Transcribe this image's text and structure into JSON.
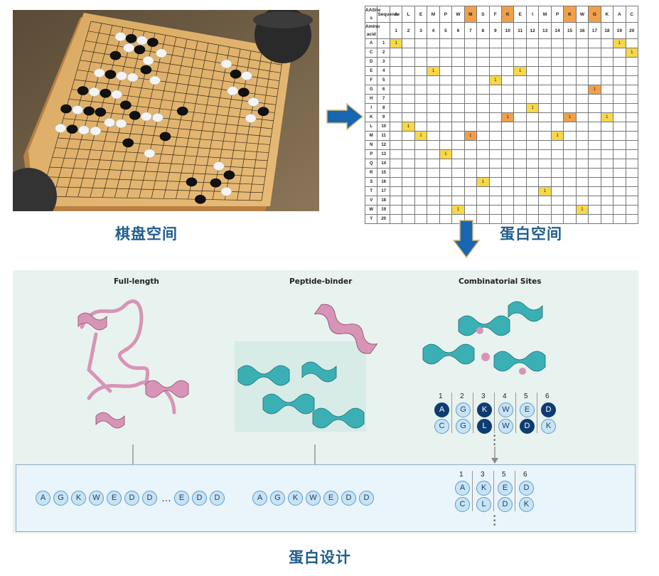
{
  "captions": {
    "board": "棋盘空间",
    "protein": "蛋白空间",
    "design": "蛋白设计"
  },
  "table": {
    "corner": "AASite s",
    "corner2": "Sequence",
    "corner3": "Amino acid",
    "seq_letters": [
      "A",
      "L",
      "E",
      "M",
      "P",
      "W",
      "M",
      "S",
      "F",
      "K",
      "E",
      "I",
      "M",
      "P",
      "K",
      "W",
      "G",
      "K",
      "A",
      "C"
    ],
    "highlight_cols": [
      7,
      10,
      15,
      17
    ],
    "rows": [
      "A",
      "C",
      "D",
      "E",
      "F",
      "G",
      "H",
      "I",
      "K",
      "L",
      "M",
      "N",
      "P",
      "Q",
      "R",
      "S",
      "T",
      "V",
      "W",
      "Y"
    ],
    "ones": [
      [
        1,
        1
      ],
      [
        1,
        19
      ],
      [
        2,
        20
      ],
      [
        4,
        4
      ],
      [
        4,
        11
      ],
      [
        5,
        9
      ],
      [
        6,
        17
      ],
      [
        8,
        12
      ],
      [
        9,
        10
      ],
      [
        9,
        15
      ],
      [
        9,
        18
      ],
      [
        10,
        2
      ],
      [
        11,
        3
      ],
      [
        11,
        7
      ],
      [
        11,
        14
      ],
      [
        13,
        5
      ],
      [
        16,
        8
      ],
      [
        17,
        13
      ],
      [
        19,
        6
      ],
      [
        19,
        16
      ]
    ],
    "one_label": "1"
  },
  "panels": {
    "full": "Full-length",
    "peptide": "Peptide-binder",
    "combo": "Combinatorial Sites"
  },
  "combo": {
    "nums": [
      "1",
      "2",
      "3",
      "4",
      "5",
      "6"
    ],
    "row1": [
      "A",
      "G",
      "K",
      "W",
      "E",
      "D"
    ],
    "row1_dark": [
      0,
      2,
      5
    ],
    "row2": [
      "C",
      "G",
      "L",
      "W",
      "D",
      "K"
    ],
    "row2_dark": [
      2,
      4
    ]
  },
  "seq_full": [
    "A",
    "G",
    "K",
    "W",
    "E",
    "D",
    "D",
    "…",
    "E",
    "D",
    "D"
  ],
  "seq_pep": [
    "A",
    "G",
    "K",
    "W",
    "E",
    "D",
    "D"
  ],
  "final": {
    "nums": [
      "1",
      "3",
      "5",
      "6"
    ],
    "row1": [
      "A",
      "K",
      "E",
      "D"
    ],
    "row2": [
      "C",
      "L",
      "D",
      "K"
    ]
  },
  "colors": {
    "accent": "#1f5d8c",
    "arrow": "#1966b0",
    "pink": "#d894b6",
    "teal": "#3ab0b5"
  }
}
